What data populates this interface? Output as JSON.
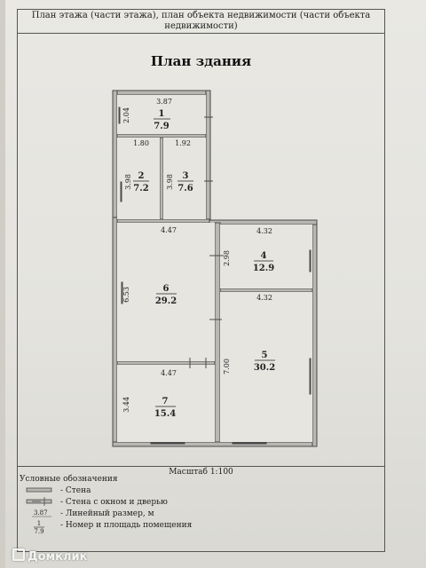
{
  "header": {
    "line1": "План этажа (части этажа), план объекта недвижимости (части объекта",
    "line2": "недвижимости)"
  },
  "title": "План здания",
  "rooms": [
    {
      "number": "1",
      "area": "7.9",
      "width": "3.87",
      "height": "2.04"
    },
    {
      "number": "2",
      "area": "7.2",
      "width": "1.80",
      "height": "3.98"
    },
    {
      "number": "3",
      "area": "7.6",
      "width": "1.92",
      "height": "3.98"
    },
    {
      "number": "4",
      "area": "12.9",
      "width": "4.32",
      "height": "2.98"
    },
    {
      "number": "5",
      "area": "30.2",
      "width": "4.32",
      "height": "7.00"
    },
    {
      "number": "6",
      "area": "29.2",
      "width": "4.47",
      "height": "6.53"
    },
    {
      "number": "7",
      "area": "15.4",
      "width": "4.47",
      "height": "3.44"
    }
  ],
  "scale": "Масштаб 1:100",
  "legend": {
    "title": "Условные обозначения",
    "wall": "- Стена",
    "wall_window_door": "- Стена с окном и дверью",
    "dimension_sample": "3.87",
    "dimension": "- Линейный размер, м",
    "room_sample_number": "1",
    "room_sample_area": "7.9",
    "room": "- Номер и площадь помещения"
  },
  "watermark": "Домклик",
  "colors": {
    "wall": "#4a4a4a",
    "paper": "#e6e5e0",
    "ink": "#222222"
  }
}
